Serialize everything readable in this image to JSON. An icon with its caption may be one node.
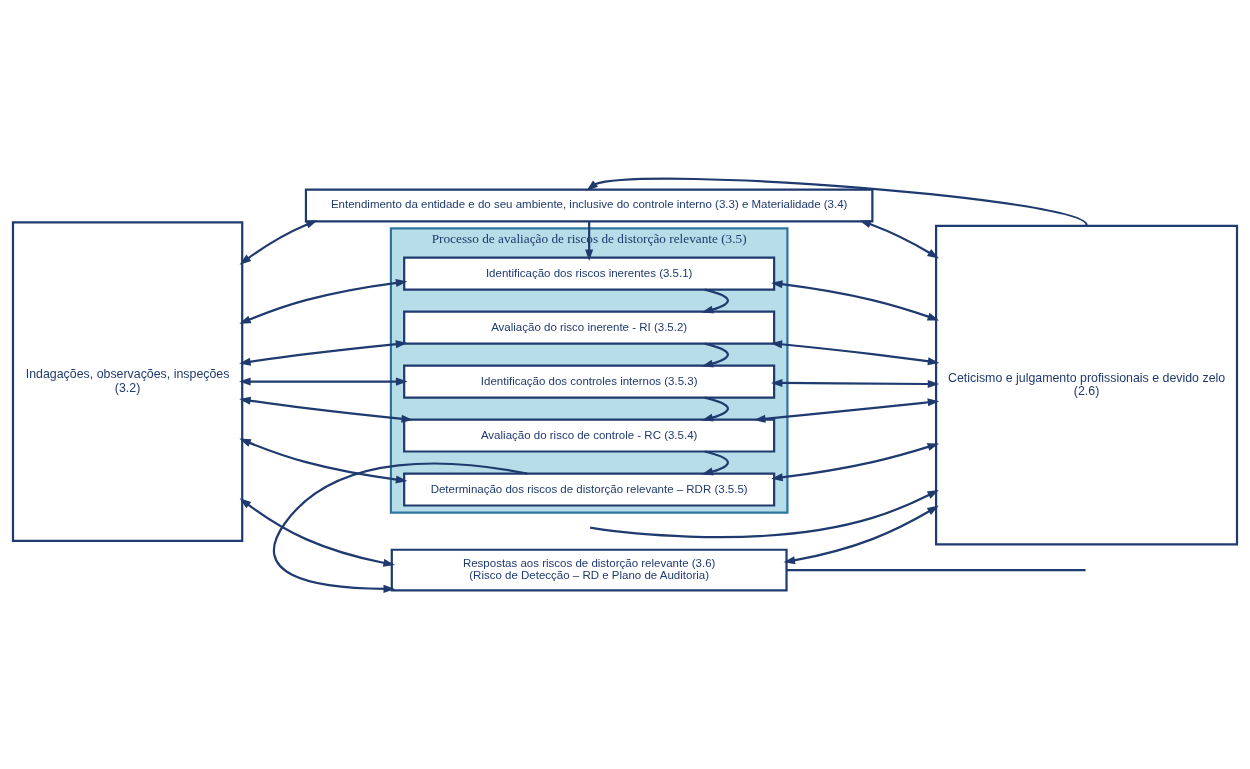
{
  "diagram": {
    "nodes": [
      {
        "text": [
          "Indagações, observações, inspeções",
          "(3.2)"
        ]
      },
      {
        "text": [
          "Entendimento da entidade e do seu ambiente, inclusive do controle interno (3.3) e Materialidade (3.4)"
        ]
      },
      {
        "text": [
          "Processo de avaliação de riscos de distorção relevante (3.5)"
        ]
      },
      {
        "text": [
          "Identificação dos riscos inerentes (3.5.1)"
        ],
        "in": 2
      },
      {
        "text": [
          "Avaliação do risco inerente - RI (3.5.2)"
        ],
        "in": 2
      },
      {
        "text": [
          "Identificação dos controles internos (3.5.3)"
        ],
        "in": 2
      },
      {
        "text": [
          "Avaliação do risco de controle - RC (3.5.4)"
        ],
        "in": 2
      },
      {
        "text": [
          "Determinação dos riscos de distorção relevante – RDR (3.5.5)"
        ],
        "in": 2
      },
      {
        "text": [
          "Respostas aos riscos de distorção relevante (3.6)",
          "(Risco de Detecção – RD e Plano de Auditoria)"
        ]
      },
      {
        "text": [
          "Ceticismo e julgamento profissionais e devido zelo",
          "(2.6)"
        ]
      }
    ],
    "edges": [
      {
        "from": 9,
        "to": 1,
        "arrow": "to"
      },
      {
        "from": 1,
        "to": 3,
        "arrow": "to"
      },
      {
        "from": 3,
        "to": 4,
        "arrow": "to"
      },
      {
        "from": 4,
        "to": 5,
        "arrow": "to"
      },
      {
        "from": 5,
        "to": 6,
        "arrow": "to"
      },
      {
        "from": 6,
        "to": 7,
        "arrow": "to"
      },
      {
        "from": 7,
        "to": 8,
        "arrow": "to"
      },
      {
        "from": 8,
        "to": null,
        "arrow": "none"
      },
      {
        "from": null,
        "to": 9,
        "arrow": "to"
      },
      {
        "from": 0,
        "to": 1,
        "arrow": "both"
      },
      {
        "from": 0,
        "to": 3,
        "arrow": "both"
      },
      {
        "from": 0,
        "to": 4,
        "arrow": "both"
      },
      {
        "from": 0,
        "to": 5,
        "arrow": "both"
      },
      {
        "from": 0,
        "to": 6,
        "arrow": "both"
      },
      {
        "from": 0,
        "to": 7,
        "arrow": "both"
      },
      {
        "from": 0,
        "to": 8,
        "arrow": "both"
      },
      {
        "from": 1,
        "to": 9,
        "arrow": "both"
      },
      {
        "from": 3,
        "to": 9,
        "arrow": "both"
      },
      {
        "from": 4,
        "to": 9,
        "arrow": "both"
      },
      {
        "from": 5,
        "to": 9,
        "arrow": "both"
      },
      {
        "from": 6,
        "to": 9,
        "arrow": "both"
      },
      {
        "from": 7,
        "to": 9,
        "arrow": "both"
      },
      {
        "from": 8,
        "to": 9,
        "arrow": "both"
      }
    ]
  }
}
